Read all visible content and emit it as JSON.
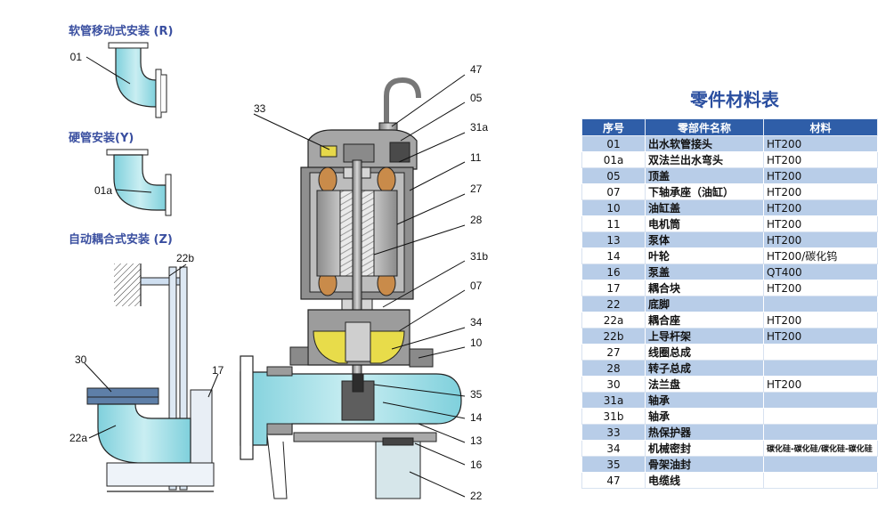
{
  "installations": {
    "hose": "软管移动式安装 (R)",
    "hard": "硬管安装(Y)",
    "auto": "自动耦合式安装 (Z)"
  },
  "callouts": {
    "c01": "01",
    "c01a": "01a",
    "c22b": "22b",
    "c30": "30",
    "c17": "17",
    "c22a": "22a",
    "c33": "33",
    "c47": "47",
    "c05": "05",
    "c31a": "31a",
    "c11": "11",
    "c27": "27",
    "c28": "28",
    "c31b": "31b",
    "c07": "07",
    "c34": "34",
    "c10": "10",
    "c35": "35",
    "c14": "14",
    "c13": "13",
    "c16": "16",
    "c22": "22"
  },
  "table": {
    "title": "零件材料表",
    "headers": [
      "序号",
      "零部件名称",
      "材料"
    ],
    "rows": [
      {
        "no": "01",
        "name": "出水软管接头",
        "mat": "HT200"
      },
      {
        "no": "01a",
        "name": "双法兰出水弯头",
        "mat": "HT200"
      },
      {
        "no": "05",
        "name": "顶盖",
        "mat": "HT200"
      },
      {
        "no": "07",
        "name": "下轴承座（油缸）",
        "mat": "HT200"
      },
      {
        "no": "10",
        "name": "油缸盖",
        "mat": "HT200"
      },
      {
        "no": "11",
        "name": "电机筒",
        "mat": "HT200"
      },
      {
        "no": "13",
        "name": "泵体",
        "mat": "HT200"
      },
      {
        "no": "14",
        "name": "叶轮",
        "mat": "HT200/碳化钨"
      },
      {
        "no": "16",
        "name": "泵盖",
        "mat": "QT400"
      },
      {
        "no": "17",
        "name": "耦合块",
        "mat": "HT200"
      },
      {
        "no": "22",
        "name": "底脚",
        "mat": ""
      },
      {
        "no": "22a",
        "name": "耦合座",
        "mat": "HT200"
      },
      {
        "no": "22b",
        "name": "上导杆架",
        "mat": "HT200"
      },
      {
        "no": "27",
        "name": "线圈总成",
        "mat": ""
      },
      {
        "no": "28",
        "name": "转子总成",
        "mat": ""
      },
      {
        "no": "30",
        "name": "法兰盘",
        "mat": "HT200"
      },
      {
        "no": "31a",
        "name": "轴承",
        "mat": ""
      },
      {
        "no": "31b",
        "name": "轴承",
        "mat": ""
      },
      {
        "no": "33",
        "name": "热保护器",
        "mat": ""
      },
      {
        "no": "34",
        "name": "机械密封",
        "mat": "碳化硅-碳化硅/碳化硅-碳化硅"
      },
      {
        "no": "35",
        "name": "骨架油封",
        "mat": ""
      },
      {
        "no": "47",
        "name": "电缆线",
        "mat": ""
      }
    ]
  }
}
